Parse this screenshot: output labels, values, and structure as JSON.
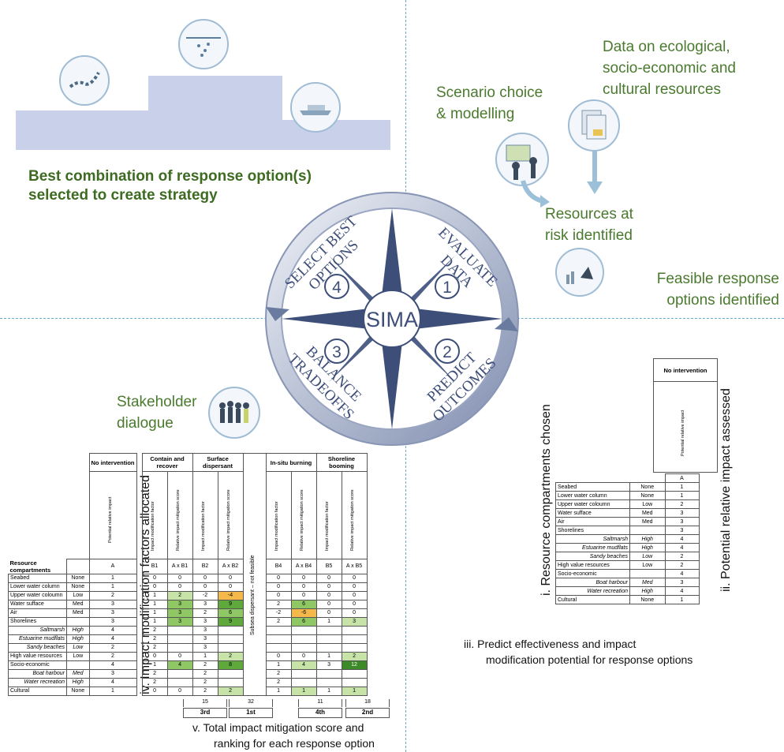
{
  "center": {
    "label": "SIMA"
  },
  "wheel_steps": [
    {
      "num": "1",
      "label_lines": [
        "EVALUATE",
        "DATA"
      ]
    },
    {
      "num": "2",
      "label_lines": [
        "PREDICT",
        "OUTCOMES"
      ]
    },
    {
      "num": "3",
      "label_lines": [
        "BALANCE",
        "TRADEOFFS"
      ]
    },
    {
      "num": "4",
      "label_lines": [
        "SELECT BEST",
        "OPTIONS"
      ]
    }
  ],
  "top_left": {
    "caption_line1": "Best combination of response option(s)",
    "caption_line2": "selected to create strategy"
  },
  "top_right": {
    "scenario_line1": "Scenario choice",
    "scenario_line2": "& modelling",
    "data_line1": "Data on ecological,",
    "data_line2": "socio-economic and",
    "data_line3": "cultural  resources",
    "resources_line1": "Resources at",
    "resources_line2": "risk identified",
    "feasible_line1": "Feasible response",
    "feasible_line2": "options identified"
  },
  "stakeholder": {
    "line1": "Stakeholder",
    "line2": "dialogue"
  },
  "side_labels": {
    "resource_chosen": "i.  Resource compartments chosen",
    "potential_impact": "ii.  Potential relative impact assessed",
    "impact_mod": "iv. Impact modification factors allocated",
    "predict_line1": "iii.   Predict effectiveness and impact",
    "predict_line2": "modification potential for response options",
    "total_line1": "v.    Total impact mitigation score and",
    "total_line2": "ranking for each response option"
  },
  "small_table": {
    "header": "No intervention",
    "subheader": "Potential relative impact",
    "col": "A",
    "rows": [
      {
        "label": "Seabed",
        "impact": "None",
        "a": "1"
      },
      {
        "label": "Lower water column",
        "impact": "None",
        "a": "1"
      },
      {
        "label": "Upper water coloumn",
        "impact": "Low",
        "a": "2"
      },
      {
        "label": "Water sufface",
        "impact": "Med",
        "a": "3"
      },
      {
        "label": "Air",
        "impact": "Med",
        "a": "3"
      },
      {
        "label": "Shorelines",
        "impact": "",
        "a": "3"
      },
      {
        "label": "Saltmarsh",
        "impact": "High",
        "a": "4",
        "sub": true
      },
      {
        "label": "Estuarine mudflats",
        "impact": "High",
        "a": "4",
        "sub": true
      },
      {
        "label": "Sandy beaches",
        "impact": "Low",
        "a": "2",
        "sub": true
      },
      {
        "label": "High value resources",
        "impact": "Low",
        "a": "2"
      },
      {
        "label": "Socio-economic",
        "impact": "",
        "a": "4"
      },
      {
        "label": "Boat harbour",
        "impact": "Med",
        "a": "3",
        "sub": true
      },
      {
        "label": "Water recreation",
        "impact": "High",
        "a": "4",
        "sub": true
      },
      {
        "label": "Cultural",
        "impact": "None",
        "a": "1"
      }
    ]
  },
  "big_table": {
    "resource_header": "Resource compartments",
    "no_intervention": "No intervention",
    "potential_impact": "Potential relative impact",
    "options": [
      "Contain and recover",
      "Surface dispersant",
      "In-situ burning",
      "Shoreline booming"
    ],
    "factor_label": "Impact modification factor",
    "score_label": "Relative impact mitigation score",
    "subsea_label": "Subsea dispersant – not feasible",
    "col_codes": [
      "A",
      "B1",
      "A x B1",
      "B2",
      "A x B2",
      "B4",
      "A x B4",
      "B5",
      "A x B5"
    ],
    "rows": [
      {
        "label": "Seabed",
        "imp": "None",
        "a": "1",
        "v": [
          "0",
          "0",
          "0",
          "0",
          "0",
          "0",
          "0",
          "0"
        ],
        "c": [
          "",
          "",
          "",
          "",
          "",
          "",
          "",
          ""
        ]
      },
      {
        "label": "Lower water column",
        "imp": "None",
        "a": "1",
        "v": [
          "0",
          "0",
          "0",
          "0",
          "0",
          "0",
          "0",
          "0"
        ],
        "c": [
          "",
          "",
          "",
          "",
          "",
          "",
          "",
          ""
        ]
      },
      {
        "label": "Upper water coloumn",
        "imp": "Low",
        "a": "2",
        "v": [
          "1",
          "2",
          "-2",
          "-4",
          "0",
          "0",
          "0",
          "0"
        ],
        "c": [
          "",
          "g1",
          "",
          "o1",
          "",
          "",
          "",
          ""
        ]
      },
      {
        "label": "Water sufface",
        "imp": "Med",
        "a": "3",
        "v": [
          "1",
          "3",
          "3",
          "9",
          "2",
          "6",
          "0",
          "0"
        ],
        "c": [
          "",
          "g2",
          "",
          "g3",
          "",
          "g2",
          "",
          ""
        ]
      },
      {
        "label": "Air",
        "imp": "Med",
        "a": "3",
        "v": [
          "1",
          "3",
          "2",
          "6",
          "-2",
          "-6",
          "0",
          "0"
        ],
        "c": [
          "",
          "g2",
          "",
          "g2",
          "",
          "o1",
          "",
          ""
        ]
      },
      {
        "label": "Shorelines",
        "imp": "",
        "a": "3",
        "v": [
          "1",
          "3",
          "3",
          "9",
          "2",
          "6",
          "1",
          "3"
        ],
        "c": [
          "",
          "g2",
          "",
          "g3",
          "",
          "g2",
          "",
          "g1"
        ]
      },
      {
        "label": "Saltmarsh",
        "imp": "High",
        "a": "4",
        "sub": true,
        "v": [
          "2",
          "",
          "3",
          "",
          "",
          "",
          "",
          ""
        ],
        "c": [
          "",
          "",
          "",
          "",
          "",
          "",
          "",
          ""
        ]
      },
      {
        "label": "Estuarine mudflats",
        "imp": "High",
        "a": "4",
        "sub": true,
        "v": [
          "2",
          "",
          "3",
          "",
          "",
          "",
          "",
          ""
        ],
        "c": [
          "",
          "",
          "",
          "",
          "",
          "",
          "",
          ""
        ]
      },
      {
        "label": "Sandy beaches",
        "imp": "Low",
        "a": "2",
        "sub": true,
        "v": [
          "2",
          "",
          "3",
          "",
          "",
          "",
          "",
          ""
        ],
        "c": [
          "",
          "",
          "",
          "",
          "",
          "",
          "",
          ""
        ]
      },
      {
        "label": "High value resources",
        "imp": "Low",
        "a": "2",
        "v": [
          "0",
          "0",
          "1",
          "2",
          "0",
          "0",
          "1",
          "2"
        ],
        "c": [
          "",
          "",
          "",
          "g1",
          "",
          "",
          "",
          "g1"
        ]
      },
      {
        "label": "Socio-economic",
        "imp": "",
        "a": "4",
        "v": [
          "1",
          "4",
          "2",
          "8",
          "1",
          "4",
          "3",
          "12"
        ],
        "c": [
          "",
          "g2",
          "",
          "g3",
          "",
          "g1",
          "",
          "g4"
        ]
      },
      {
        "label": "Boat harbour",
        "imp": "Med",
        "a": "3",
        "sub": true,
        "v": [
          "2",
          "",
          "2",
          "",
          "2",
          "",
          "",
          ""
        ],
        "c": [
          "",
          "",
          "",
          "",
          "",
          "",
          "",
          ""
        ]
      },
      {
        "label": "Water recreation",
        "imp": "High",
        "a": "4",
        "sub": true,
        "v": [
          "2",
          "",
          "2",
          "",
          "2",
          "",
          "",
          ""
        ],
        "c": [
          "",
          "",
          "",
          "",
          "",
          "",
          "",
          ""
        ]
      },
      {
        "label": "Cultural",
        "imp": "None",
        "a": "1",
        "v": [
          "0",
          "0",
          "2",
          "2",
          "1",
          "1",
          "1",
          "1"
        ],
        "c": [
          "",
          "",
          "",
          "g1",
          "",
          "g1",
          "",
          "g1"
        ]
      }
    ],
    "totals": [
      "15",
      "32",
      "11",
      "18"
    ],
    "ranks": [
      "3rd",
      "1st",
      "4th",
      "2nd"
    ]
  }
}
